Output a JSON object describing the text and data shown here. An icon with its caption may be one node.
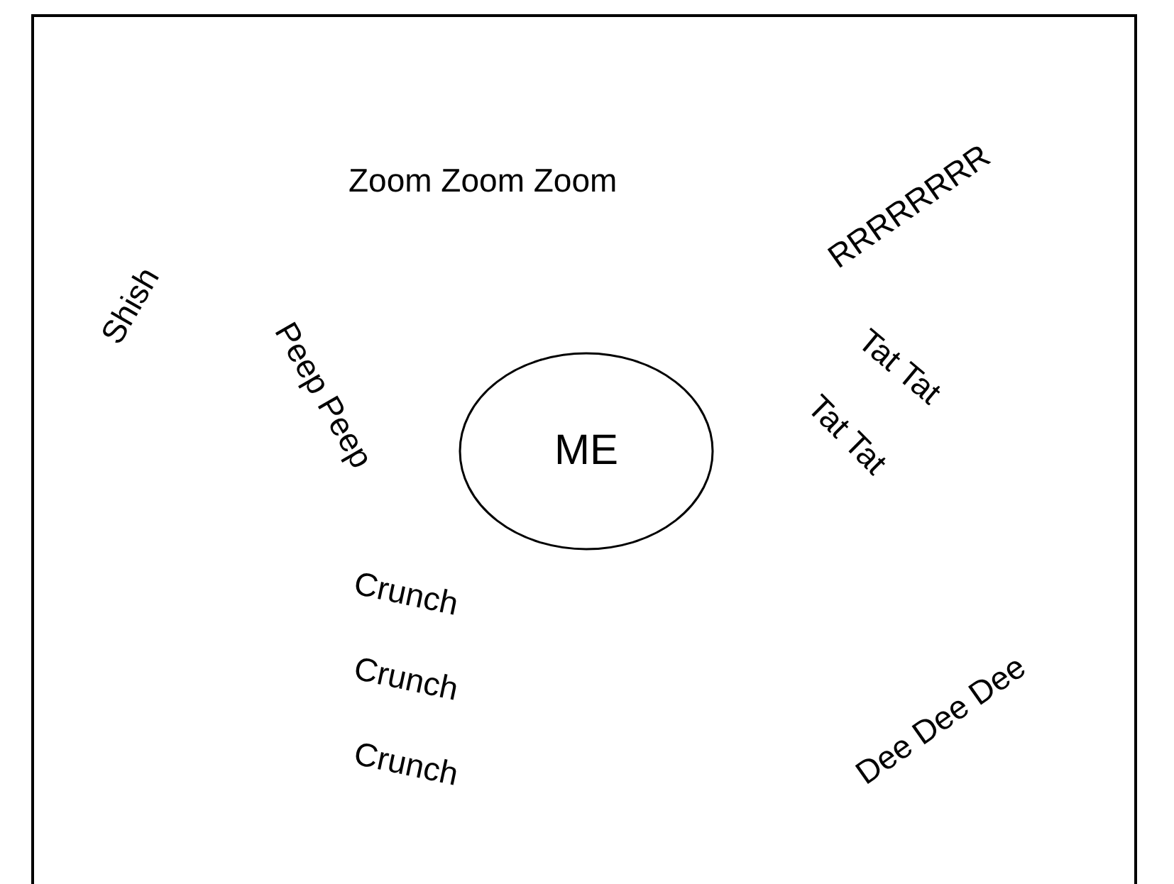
{
  "diagram": {
    "nodes": [
      {
        "text": [
          "ME"
        ]
      }
    ],
    "edges": [],
    "labels": [
      "Zoom Zoom Zoom",
      "RRRRRRRR",
      "Shish",
      "Peep Peep",
      "Tat Tat",
      "Tat Tat",
      "Crunch",
      "Crunch",
      "Crunch",
      "Dee Dee Dee"
    ]
  }
}
